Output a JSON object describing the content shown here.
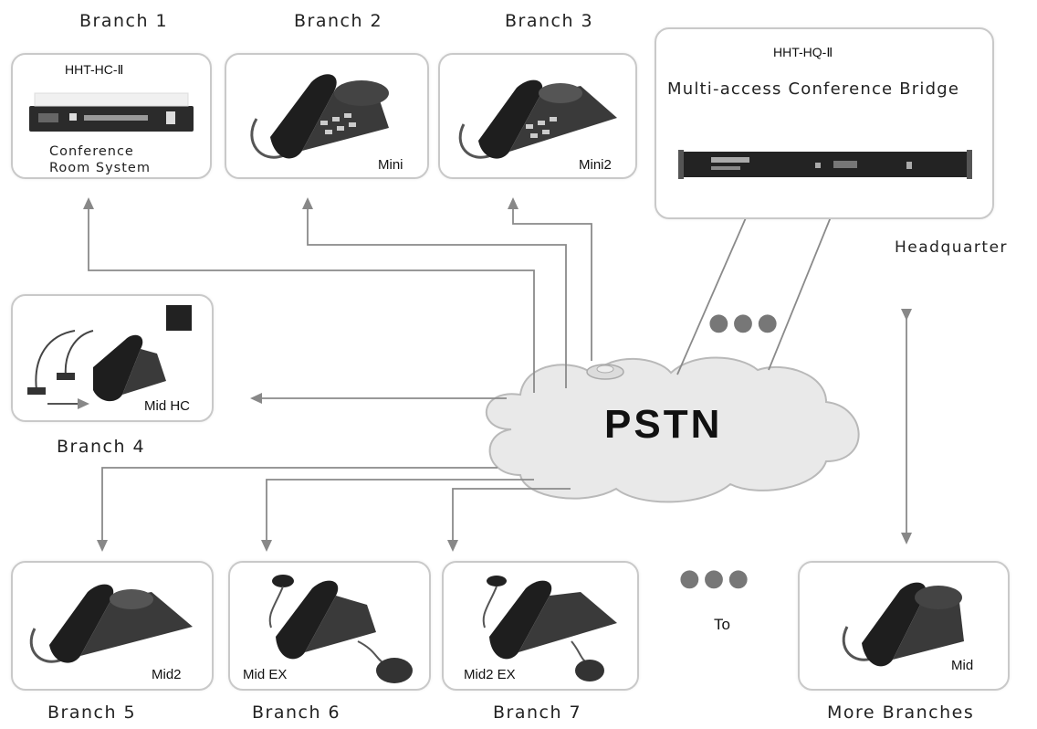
{
  "branches": {
    "b1": {
      "label": "Branch 1",
      "model": "HHT-HC-Ⅱ",
      "caption_l1": "Conference",
      "caption_l2": "Room System"
    },
    "b2": {
      "label": "Branch 2",
      "model": "Mini"
    },
    "b3": {
      "label": "Branch 3",
      "model": "Mini2"
    },
    "b4": {
      "label": "Branch 4",
      "model": "Mid HC"
    },
    "b5": {
      "label": "Branch 5",
      "model": "Mid2"
    },
    "b6": {
      "label": "Branch 6",
      "model": "Mid EX"
    },
    "b7": {
      "label": "Branch 7",
      "model": "Mid2 EX"
    },
    "more": {
      "label": "More Branches",
      "model": "Mid"
    }
  },
  "hq": {
    "model": "HHT-HQ-Ⅱ",
    "title": "Multi-access Conference Bridge",
    "label": "Headquarter"
  },
  "network": {
    "name": "PSTN"
  },
  "misc": {
    "to": "To",
    "ellipsis": "●●●"
  }
}
